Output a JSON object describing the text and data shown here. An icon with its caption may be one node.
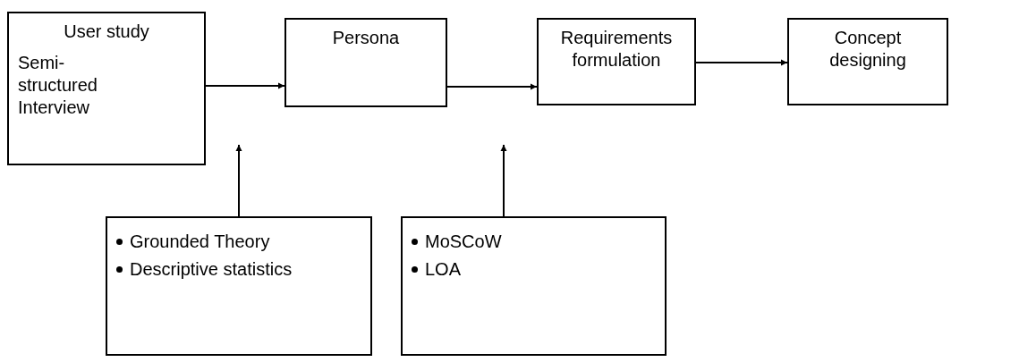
{
  "diagram": {
    "nodes": [
      {
        "text": [
          "User study",
          "Semi-structured Interview"
        ]
      },
      {
        "text": [
          "Persona"
        ]
      },
      {
        "text": [
          "Requirements formulation"
        ]
      },
      {
        "text": [
          "Concept designing"
        ]
      },
      {
        "text": [
          "Grounded Theory",
          "Descriptive statistics"
        ]
      },
      {
        "text": [
          "MoSCoW",
          "LOA"
        ]
      }
    ],
    "edges": [
      {
        "from": 0,
        "to": 1,
        "arrow": "to"
      },
      {
        "from": 1,
        "to": 2,
        "arrow": "to"
      },
      {
        "from": 2,
        "to": 3,
        "arrow": "to"
      },
      {
        "from": 4,
        "to": null,
        "arrow": "to"
      },
      {
        "from": 5,
        "to": null,
        "arrow": "to"
      }
    ]
  }
}
